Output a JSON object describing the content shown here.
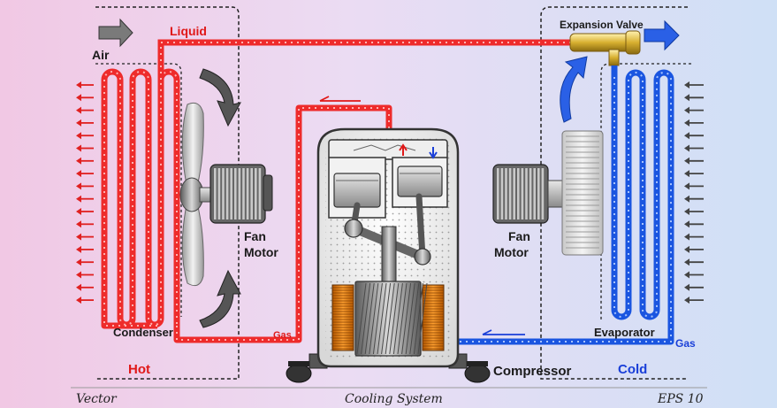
{
  "labels": {
    "air": "Air",
    "liquid": "Liquid",
    "expansion_valve": "Expansion Valve",
    "fan_motor_left": [
      "Fan",
      "Motor"
    ],
    "fan_motor_right": [
      "Fan",
      "Motor"
    ],
    "condenser": "Condenser",
    "evaporator": "Evaporator",
    "gas_left": "Gas",
    "gas_right": "Gas",
    "hot": "Hot",
    "cold": "Cold",
    "compressor": "Compressor"
  },
  "footer": {
    "left": "Vector",
    "center": "Cooling System",
    "right": "EPS 10"
  },
  "colors": {
    "hot_pipe": "#ee2b2b",
    "cold_pipe": "#1a55e0",
    "text_red": "#e01818",
    "text_blue": "#1a3fd8",
    "text_dark": "#1a1a1a",
    "valve_gold": "#d8b030"
  }
}
